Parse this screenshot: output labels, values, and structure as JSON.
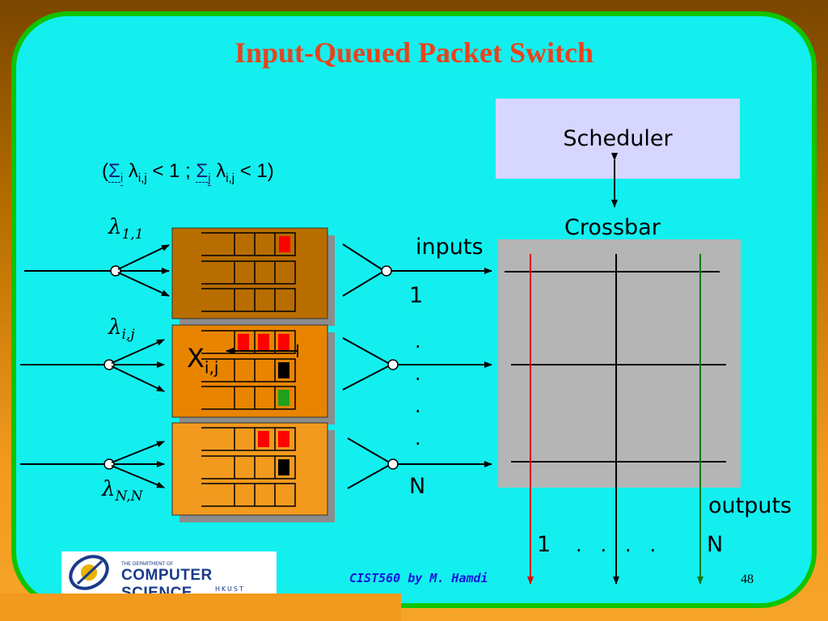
{
  "title": "Input-Queued Packet Switch",
  "formula": {
    "open": "(",
    "sigma_i": "Σ",
    "sub_i": "i",
    "lam": "λ",
    "sub_ij": "i,j",
    "lt1": " < 1 ; ",
    "sigma_j": "Σ",
    "sub_j": "j",
    "lam2": "λ",
    "sub_ij2": "i,j",
    "lt2": " < 1)"
  },
  "scheduler_label": "Scheduler",
  "crossbar_label": "Crossbar",
  "inputs_label": "inputs",
  "outputs_label": "outputs",
  "input_index_first": "1",
  "input_index_last": "N",
  "input_dots": [
    ".",
    ".",
    ".",
    "."
  ],
  "output_index_first": "1",
  "output_dots": ".   .   .   .",
  "output_index_last": "N",
  "lambda_labels": [
    {
      "sym": "λ",
      "sub": "1,1"
    },
    {
      "sym": "λ",
      "sub": "i,j"
    },
    {
      "sym": "λ",
      "sub": "N,N"
    }
  ],
  "queue_label": {
    "main": "X",
    "sub": "i,j"
  },
  "footer": "CIST560 by M. Hamdi",
  "page_number": "48",
  "logo": {
    "dept": "THE DEPARTMENT OF",
    "name": "COMPUTER SCIENCE",
    "school": "HKUST"
  },
  "colors": {
    "red": "#ff0000",
    "green": "#1fa01f",
    "block_top": "#b86d00",
    "block_mid": "#e88400",
    "block_bot": "#f29a1e",
    "out_red": "#e00000",
    "out_green": "#0f7a0f"
  }
}
